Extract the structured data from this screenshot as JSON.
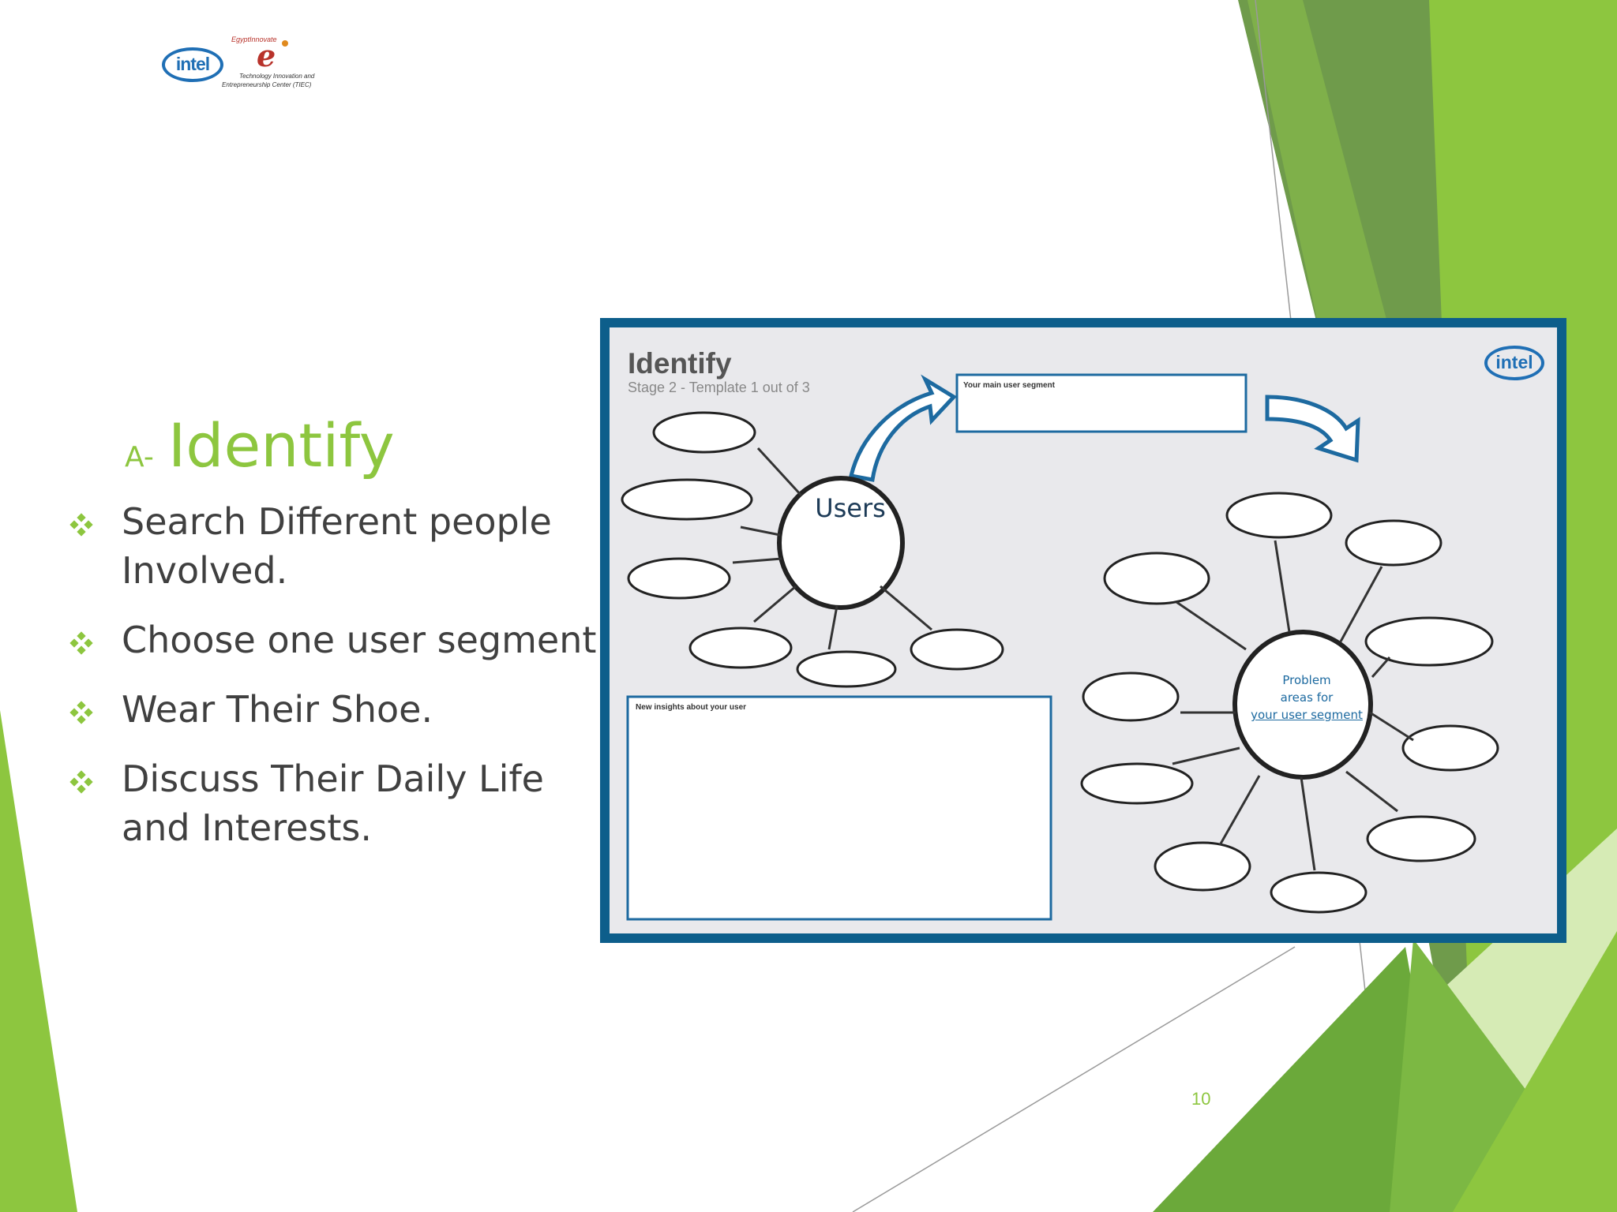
{
  "logo": {
    "name": "intel",
    "partner_top": "EgyptInnovate",
    "partner_line1": "Technology Innovation and",
    "partner_line2": "Entrepreneurship Center (TIEC)"
  },
  "slide": {
    "title_prefix": "A-",
    "title": "Identify",
    "bullets": [
      "Search Different people Involved.",
      "Choose one user segment",
      "Wear Their Shoe.",
      "Discuss Their Daily Life and Interests."
    ],
    "bullet_icon": "diamond-bullet-icon",
    "page_number": "10"
  },
  "figure": {
    "title": "Identify",
    "subtitle": "Stage 2 - Template 1 out of 3",
    "brand": "intel",
    "segment_label": "Your main user segment",
    "insights_label": "New insights about your user",
    "users_label": "Users",
    "problem_label_line1": "Problem",
    "problem_label_line2": "areas for",
    "problem_label_line3": "your user segment"
  },
  "colors": {
    "accent_green": "#8dc63f",
    "dark_green": "#6fa83a",
    "figure_border": "#0d5e8b",
    "text": "#404040"
  }
}
